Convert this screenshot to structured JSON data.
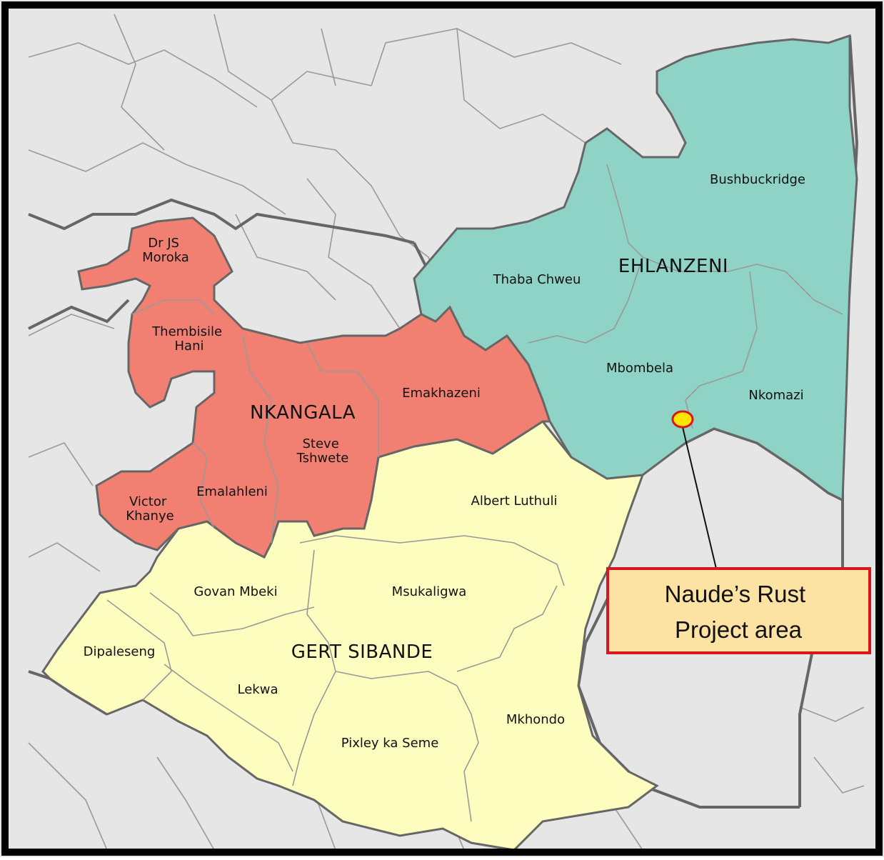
{
  "colors": {
    "background": "#e6e6e6",
    "nkangala": "#f28072",
    "ehlanzeni": "#8fd3c7",
    "gert_sibande": "#fdfdc0",
    "province_border": "#666666",
    "inner_border": "#999999",
    "callout_border": "#d9161c",
    "callout_fill": "#fde3a3",
    "marker_fill": "#ffe600",
    "marker_stroke": "#d9161c"
  },
  "districts": {
    "nkangala": "NKANGALA",
    "ehlanzeni": "EHLANZENI",
    "gert_sibande": "GERT SIBANDE"
  },
  "municipalities": {
    "dr_js_moroka": [
      "Dr JS",
      "Moroka"
    ],
    "thembisile_hani": [
      "Thembisile",
      "Hani"
    ],
    "emakhazeni": "Emakhazeni",
    "steve_tshwete": [
      "Steve",
      "Tshwete"
    ],
    "victor_khanye": [
      "Victor",
      "Khanye"
    ],
    "emalahleni": "Emalahleni",
    "thaba_chweu": "Thaba Chweu",
    "bushbuckridge": "Bushbuckridge",
    "mbombela": "Mbombela",
    "nkomazi": "Nkomazi",
    "albert_luthuli": "Albert Luthuli",
    "govan_mbeki": "Govan Mbeki",
    "msukaligwa": "Msukaligwa",
    "dipaleseng": "Dipaleseng",
    "lekwa": "Lekwa",
    "pixley_ka_seme": "Pixley ka Seme",
    "mkhondo": "Mkhondo"
  },
  "callout": {
    "line1": "Naude’s Rust",
    "line2": "Project area",
    "marker_icon": "location-marker"
  }
}
